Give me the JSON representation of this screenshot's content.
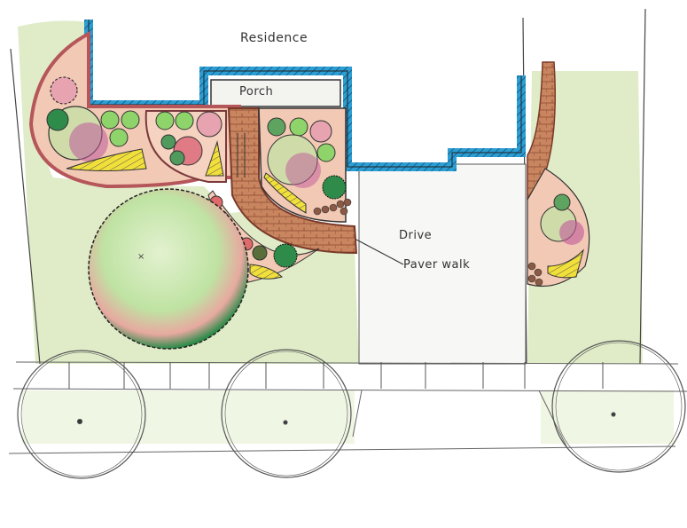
{
  "plan": {
    "labels": {
      "residence": "Residence",
      "porch": "Porch",
      "drive": "Drive",
      "paver_walk": "Paver walk"
    },
    "colors": {
      "house_wall": "#2a9fd6",
      "lawn": "#c9dba0",
      "bed_fill": "#f2c9b4",
      "bed_edge": "#b5565a",
      "paver": "#c98560",
      "shrub_green": "#8fd46a",
      "shrub_pink": "#e8a3b0",
      "shrub_dark": "#2e8b4a",
      "perennial_yellow": "#f2e03a",
      "tree_green": "#bfe3a3",
      "outline": "#2b2b2b"
    },
    "elements": {
      "street_trees_count": 3,
      "sidewalk": "sidewalk strip along street",
      "large_tree": "shade tree in front lawn"
    }
  }
}
